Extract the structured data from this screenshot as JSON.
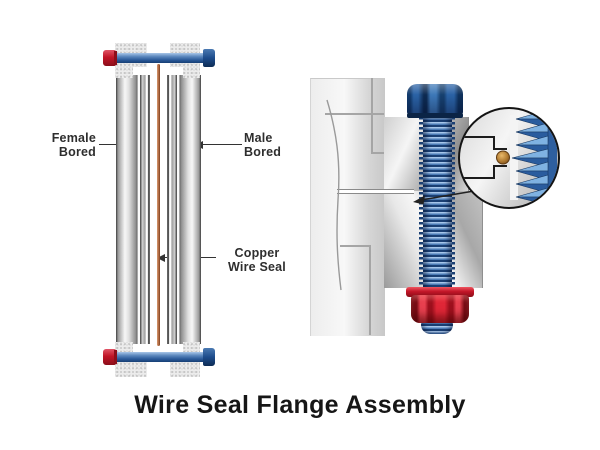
{
  "title": "Wire Seal Flange Assembly",
  "labels": {
    "female": {
      "line1": "Female",
      "line2": "Bored"
    },
    "male": {
      "line1": "Male",
      "line2": "Bored"
    },
    "copper_seal": {
      "line1": "Copper",
      "line2": "Wire Seal"
    }
  },
  "colors": {
    "copper": "#b06a42",
    "copper_light": "#d79a72",
    "copper_dark": "#7e3f1f",
    "bolt_blue": "#4c7cb6",
    "bolt_blue_light": "#a6c6ea",
    "bolt_navy": "#1b4074",
    "nut_red": "#c21528",
    "nut_red_light": "#ef5560",
    "label_text": "#2e2e2e",
    "title_text": "#161616",
    "line_color": "#333333"
  }
}
